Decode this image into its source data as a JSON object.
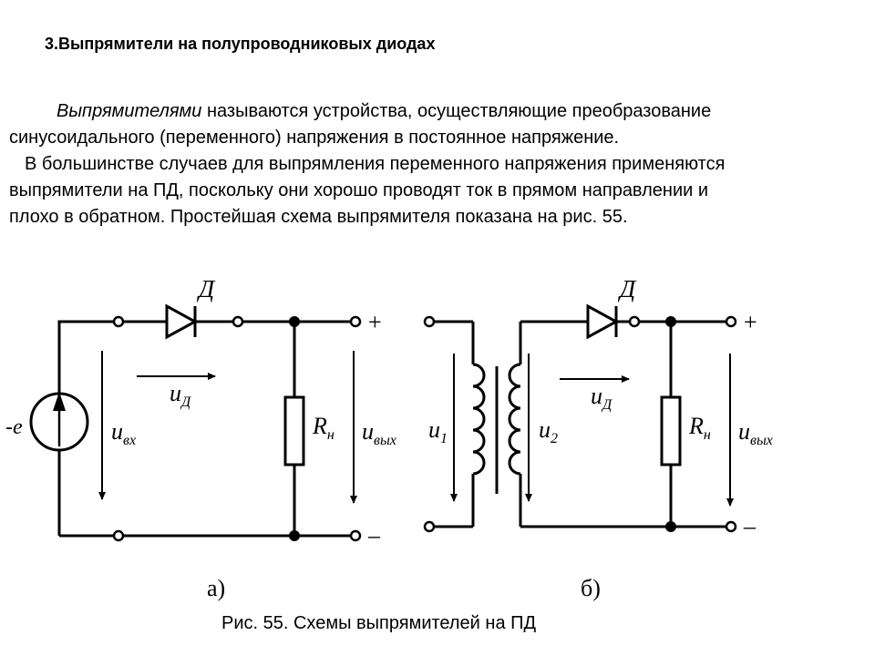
{
  "heading": "3.Выпрямители на полупроводниковых диодах",
  "paragraph": {
    "term": "Выпрямителями",
    "line1_rest": " называются устройства, осуществляющие преобразование",
    "line2": "синусоидального (переменного) напряжения в постоянное напряжение.",
    "line3": "В большинстве случаев для выпрямления переменного напряжения применяются",
    "line4": "выпрямители на ПД, поскольку они хорошо проводят ток в прямом направлении и",
    "line5": "плохо в обратном. Простейшая схема выпрямителя показана на рис. 55."
  },
  "figure": {
    "circuit_a": {
      "diode_label": "Д",
      "source_label": "-e",
      "u_in": "u",
      "u_in_sub": "вх",
      "u_d": "u",
      "u_d_sub": "Д",
      "load_label": "R",
      "load_sub": "н",
      "u_out": "u",
      "u_out_sub": "вых",
      "plus": "+",
      "minus": "–",
      "panel": "а)"
    },
    "circuit_b": {
      "diode_label": "Д",
      "u1": "u",
      "u1_sub": "1",
      "u2": "u",
      "u2_sub": "2",
      "u_d": "u",
      "u_d_sub": "Д",
      "load_label": "R",
      "load_sub": "н",
      "u_out": "u",
      "u_out_sub": "вых",
      "plus": "+",
      "minus": "–",
      "panel": "б)"
    }
  },
  "caption": "Рис. 55. Схемы выпрямителей на ПД"
}
